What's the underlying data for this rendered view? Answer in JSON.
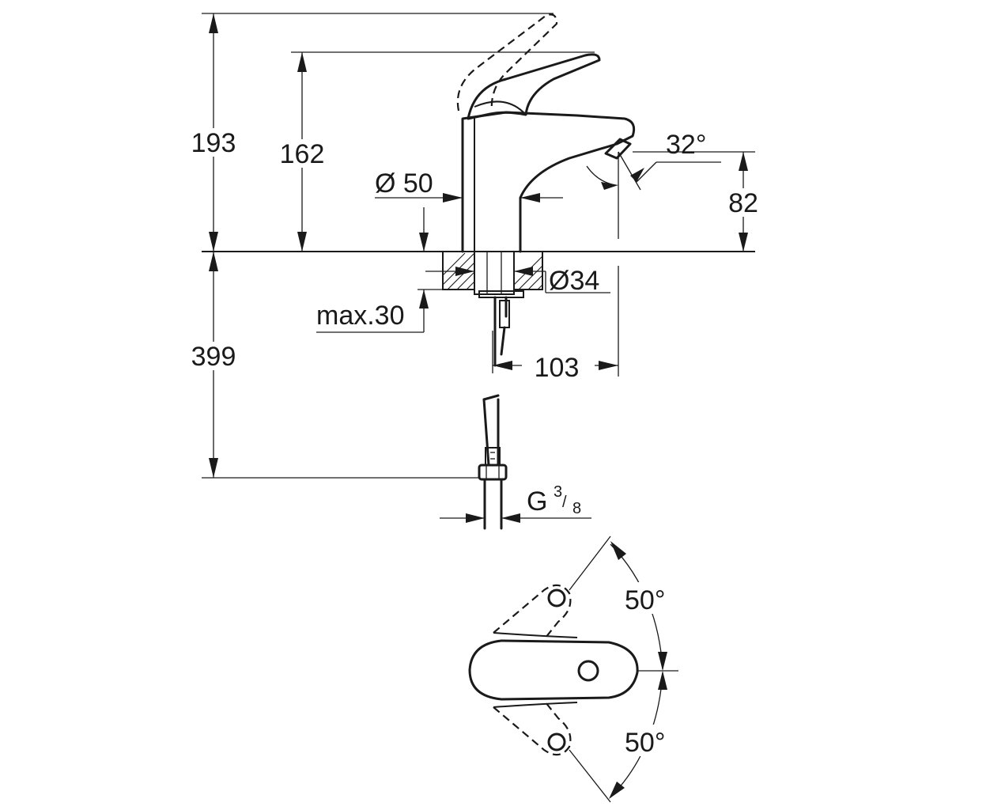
{
  "dimensions": {
    "total_height": "193",
    "spout_height": "162",
    "body_diameter": "Ø 50",
    "outlet_angle": "32°",
    "outlet_height": "82",
    "hole_diameter": "Ø34",
    "max_thickness": "max.30",
    "below_deck": "399",
    "projection": "103",
    "connection": "G",
    "connection_num": "3",
    "connection_den": "8",
    "rotation_back": "50°",
    "rotation_front": "50°"
  }
}
